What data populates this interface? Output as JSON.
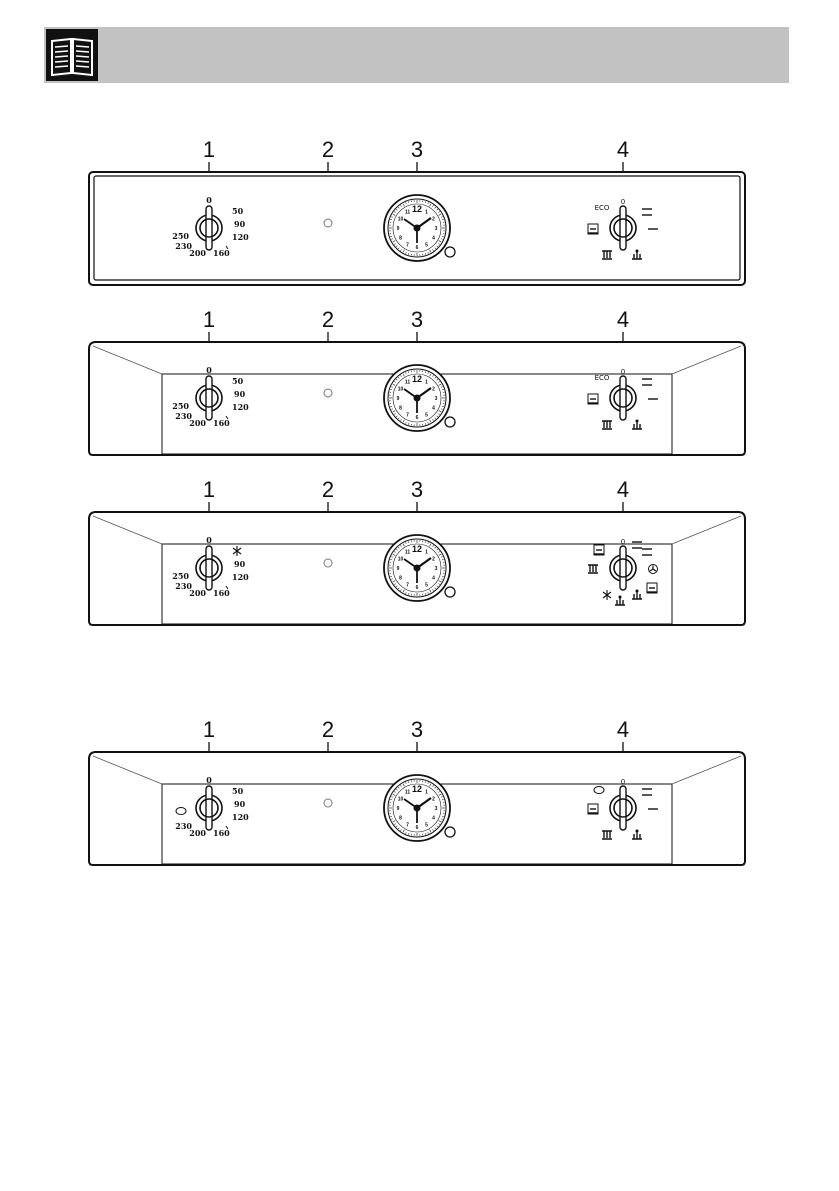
{
  "header": {
    "icon": "open-book-icon"
  },
  "callouts": [
    "1",
    "2",
    "3",
    "4"
  ],
  "panels": [
    {
      "variant": "flat",
      "thermostat_labels": [
        "0",
        "50",
        "90",
        "120",
        "160",
        "200",
        "230",
        "250"
      ],
      "thermostat_extra": "",
      "clock_numbers": [
        "12",
        "1",
        "2",
        "3",
        "4",
        "5",
        "6",
        "7",
        "8",
        "9",
        "10",
        "11"
      ],
      "selector_top": "0",
      "selector_symbols": [
        "ECO-icon",
        "top-bar-icon",
        "single-bar-icon",
        "bottom-heat-icon",
        "grill-icon",
        "fan-grill-icon"
      ],
      "selector_text": "ECO"
    },
    {
      "variant": "bevel",
      "thermostat_labels": [
        "0",
        "50",
        "90",
        "120",
        "160",
        "200",
        "230",
        "250"
      ],
      "thermostat_extra": "",
      "clock_numbers": [
        "12",
        "1",
        "2",
        "3",
        "4",
        "5",
        "6",
        "7",
        "8",
        "9",
        "10",
        "11"
      ],
      "selector_top": "0",
      "selector_symbols": [
        "ECO-icon",
        "top-bar-icon",
        "single-bar-icon",
        "bottom-heat-icon",
        "grill-icon",
        "fan-grill-icon"
      ],
      "selector_text": "ECO"
    },
    {
      "variant": "bevel",
      "thermostat_labels": [
        "0",
        "",
        "90",
        "120",
        "160",
        "200",
        "230",
        "250"
      ],
      "thermostat_extra": "fan-icon",
      "clock_numbers": [
        "12",
        "1",
        "2",
        "3",
        "4",
        "5",
        "6",
        "7",
        "8",
        "9",
        "10",
        "11"
      ],
      "selector_top": "0",
      "selector_symbols": [
        "bottom-heat-icon",
        "top-bar-icon",
        "fan-icon",
        "grill-icon",
        "defrost-icon",
        "fan-grill-icon"
      ],
      "selector_text": ""
    },
    {
      "variant": "bevel",
      "thermostat_labels": [
        "0",
        "50",
        "90",
        "120",
        "160",
        "200",
        "230",
        ""
      ],
      "thermostat_extra": "grill-icon",
      "clock_numbers": [
        "12",
        "1",
        "2",
        "3",
        "4",
        "5",
        "6",
        "7",
        "8",
        "9",
        "10",
        "11"
      ],
      "selector_top": "0",
      "selector_symbols": [
        "lamp-icon",
        "top-bar-icon",
        "single-bar-icon",
        "bottom-heat-icon",
        "grill-icon",
        "fan-grill-icon"
      ],
      "selector_text": ""
    }
  ]
}
